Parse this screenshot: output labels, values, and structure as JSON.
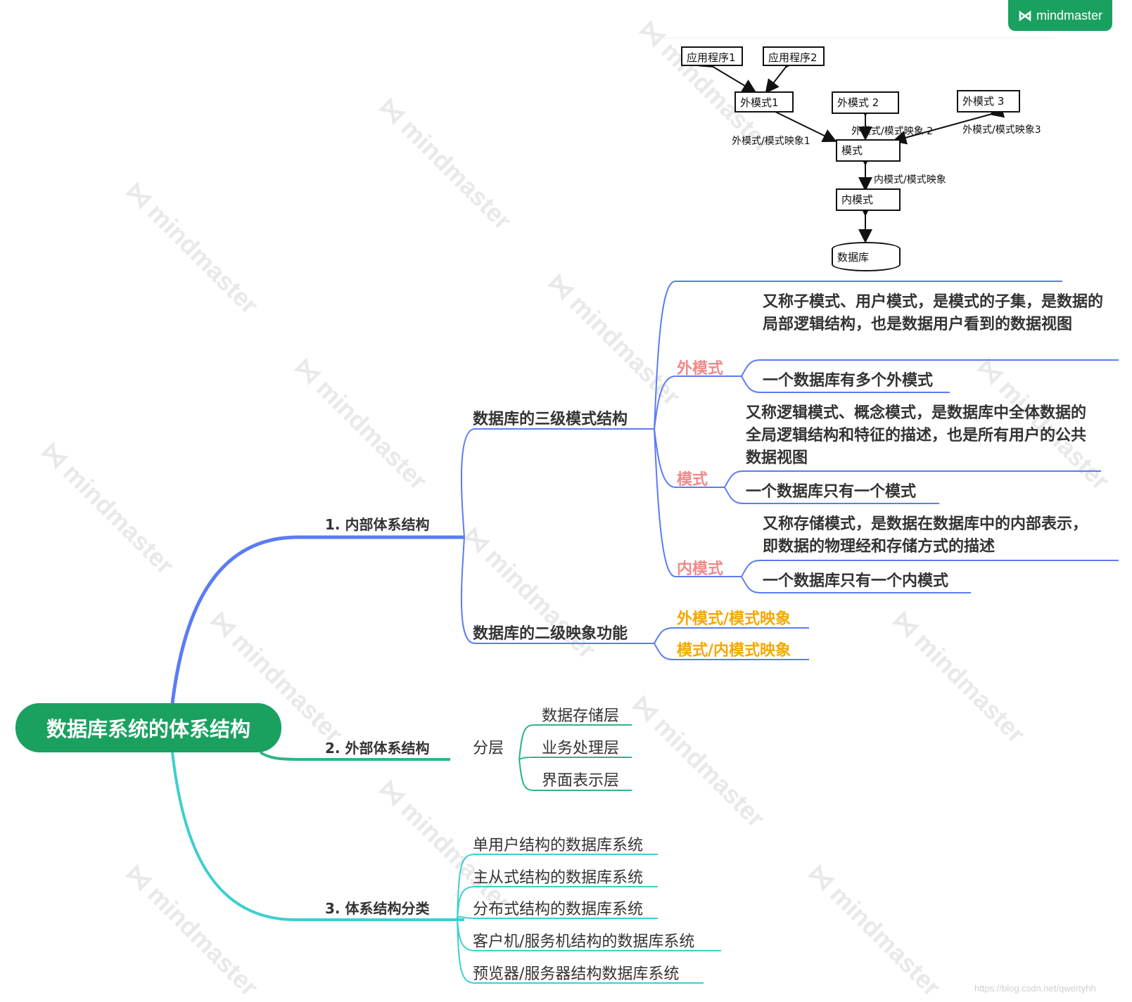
{
  "brand": {
    "logo": "mindmaster-logo-icon",
    "name": "mindmaster"
  },
  "watermark": "mindmaster",
  "diagram": {
    "app1": "应用程序1",
    "app2": "应用程序2",
    "ext1": "外模式1",
    "ext2": "外模式 2",
    "ext3": "外模式 3",
    "schema": "模式",
    "internal": "内模式",
    "database": "数据库",
    "map1": "外模式/模式映象1",
    "map2": "外模式/模式映象 2",
    "map3": "外模式/模式映象3",
    "map_internal": "内模式/模式映象"
  },
  "mindmap": {
    "root": "数据库系统的体系结构",
    "branch1": {
      "label": "1. 内部体系结构",
      "three_level": {
        "label": "数据库的三级模式结构",
        "external": {
          "label": "外模式",
          "desc": "又称子模式、用户模式，是模式的子集，是数据的局部逻辑结构，也是数据用户看到的数据视图",
          "note": "一个数据库有多个外模式"
        },
        "schema": {
          "label": "模式",
          "desc": "又称逻辑模式、概念模式，是数据库中全体数据的全局逻辑结构和特征的描述，也是所有用户的公共数据视图",
          "note": "一个数据库只有一个模式"
        },
        "internal": {
          "label": "内模式",
          "desc": "又称存储模式，是数据在数据库中的内部表示，即数据的物理经和存储方式的描述",
          "note": "一个数据库只有一个内模式"
        }
      },
      "two_mapping": {
        "label": "数据库的二级映象功能",
        "items": [
          "外模式/模式映象",
          "模式/内模式映象"
        ]
      }
    },
    "branch2": {
      "label": "2. 外部体系结构",
      "layer": {
        "label": "分层",
        "items": [
          "数据存储层",
          "业务处理层",
          "界面表示层"
        ]
      }
    },
    "branch3": {
      "label": "3. 体系结构分类",
      "items": [
        "单用户结构的数据库系统",
        "主从式结构的数据库系统",
        "分布式结构的数据库系统",
        "客户机/服务机结构的数据库系统",
        "预览器/服务器结构数据库系统"
      ]
    }
  },
  "footer": "https://blog.csdn.net/qwertyhh",
  "colors": {
    "root": "#1aa160",
    "branch1": "#5b7cf5",
    "branch2": "#2fb489",
    "branch3": "#3ccfcf",
    "pink": "#f08a8a",
    "orange": "#f5a800"
  }
}
